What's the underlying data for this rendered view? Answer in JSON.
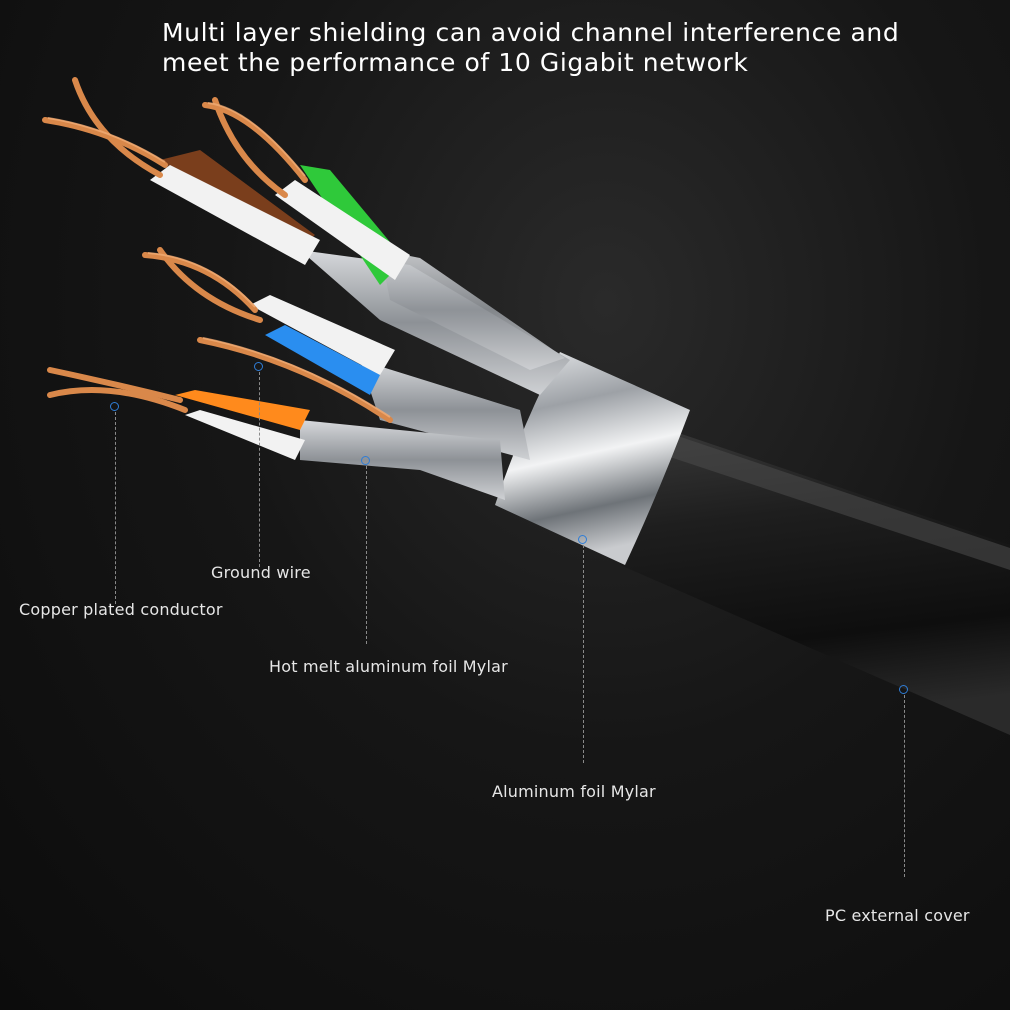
{
  "headline": {
    "line1": "Multi layer shielding can avoid channel interference and",
    "line2": "meet the performance of 10 Gigabit network"
  },
  "callouts": {
    "copper": "Copper plated conductor",
    "ground": "Ground wire",
    "hot_melt": "Hot melt aluminum foil Mylar",
    "aluminum": "Aluminum foil Mylar",
    "cover": "PC external cover"
  },
  "colors": {
    "marker": "#2f7dd6",
    "copper": "#d9884a",
    "brown_pair": "#7a3e1c",
    "green_pair": "#2fc93a",
    "blue_pair": "#2a8ef0",
    "orange_pair": "#ff8a1c",
    "jacket": "#1b1b1b",
    "foil": "#b9bcc0"
  }
}
